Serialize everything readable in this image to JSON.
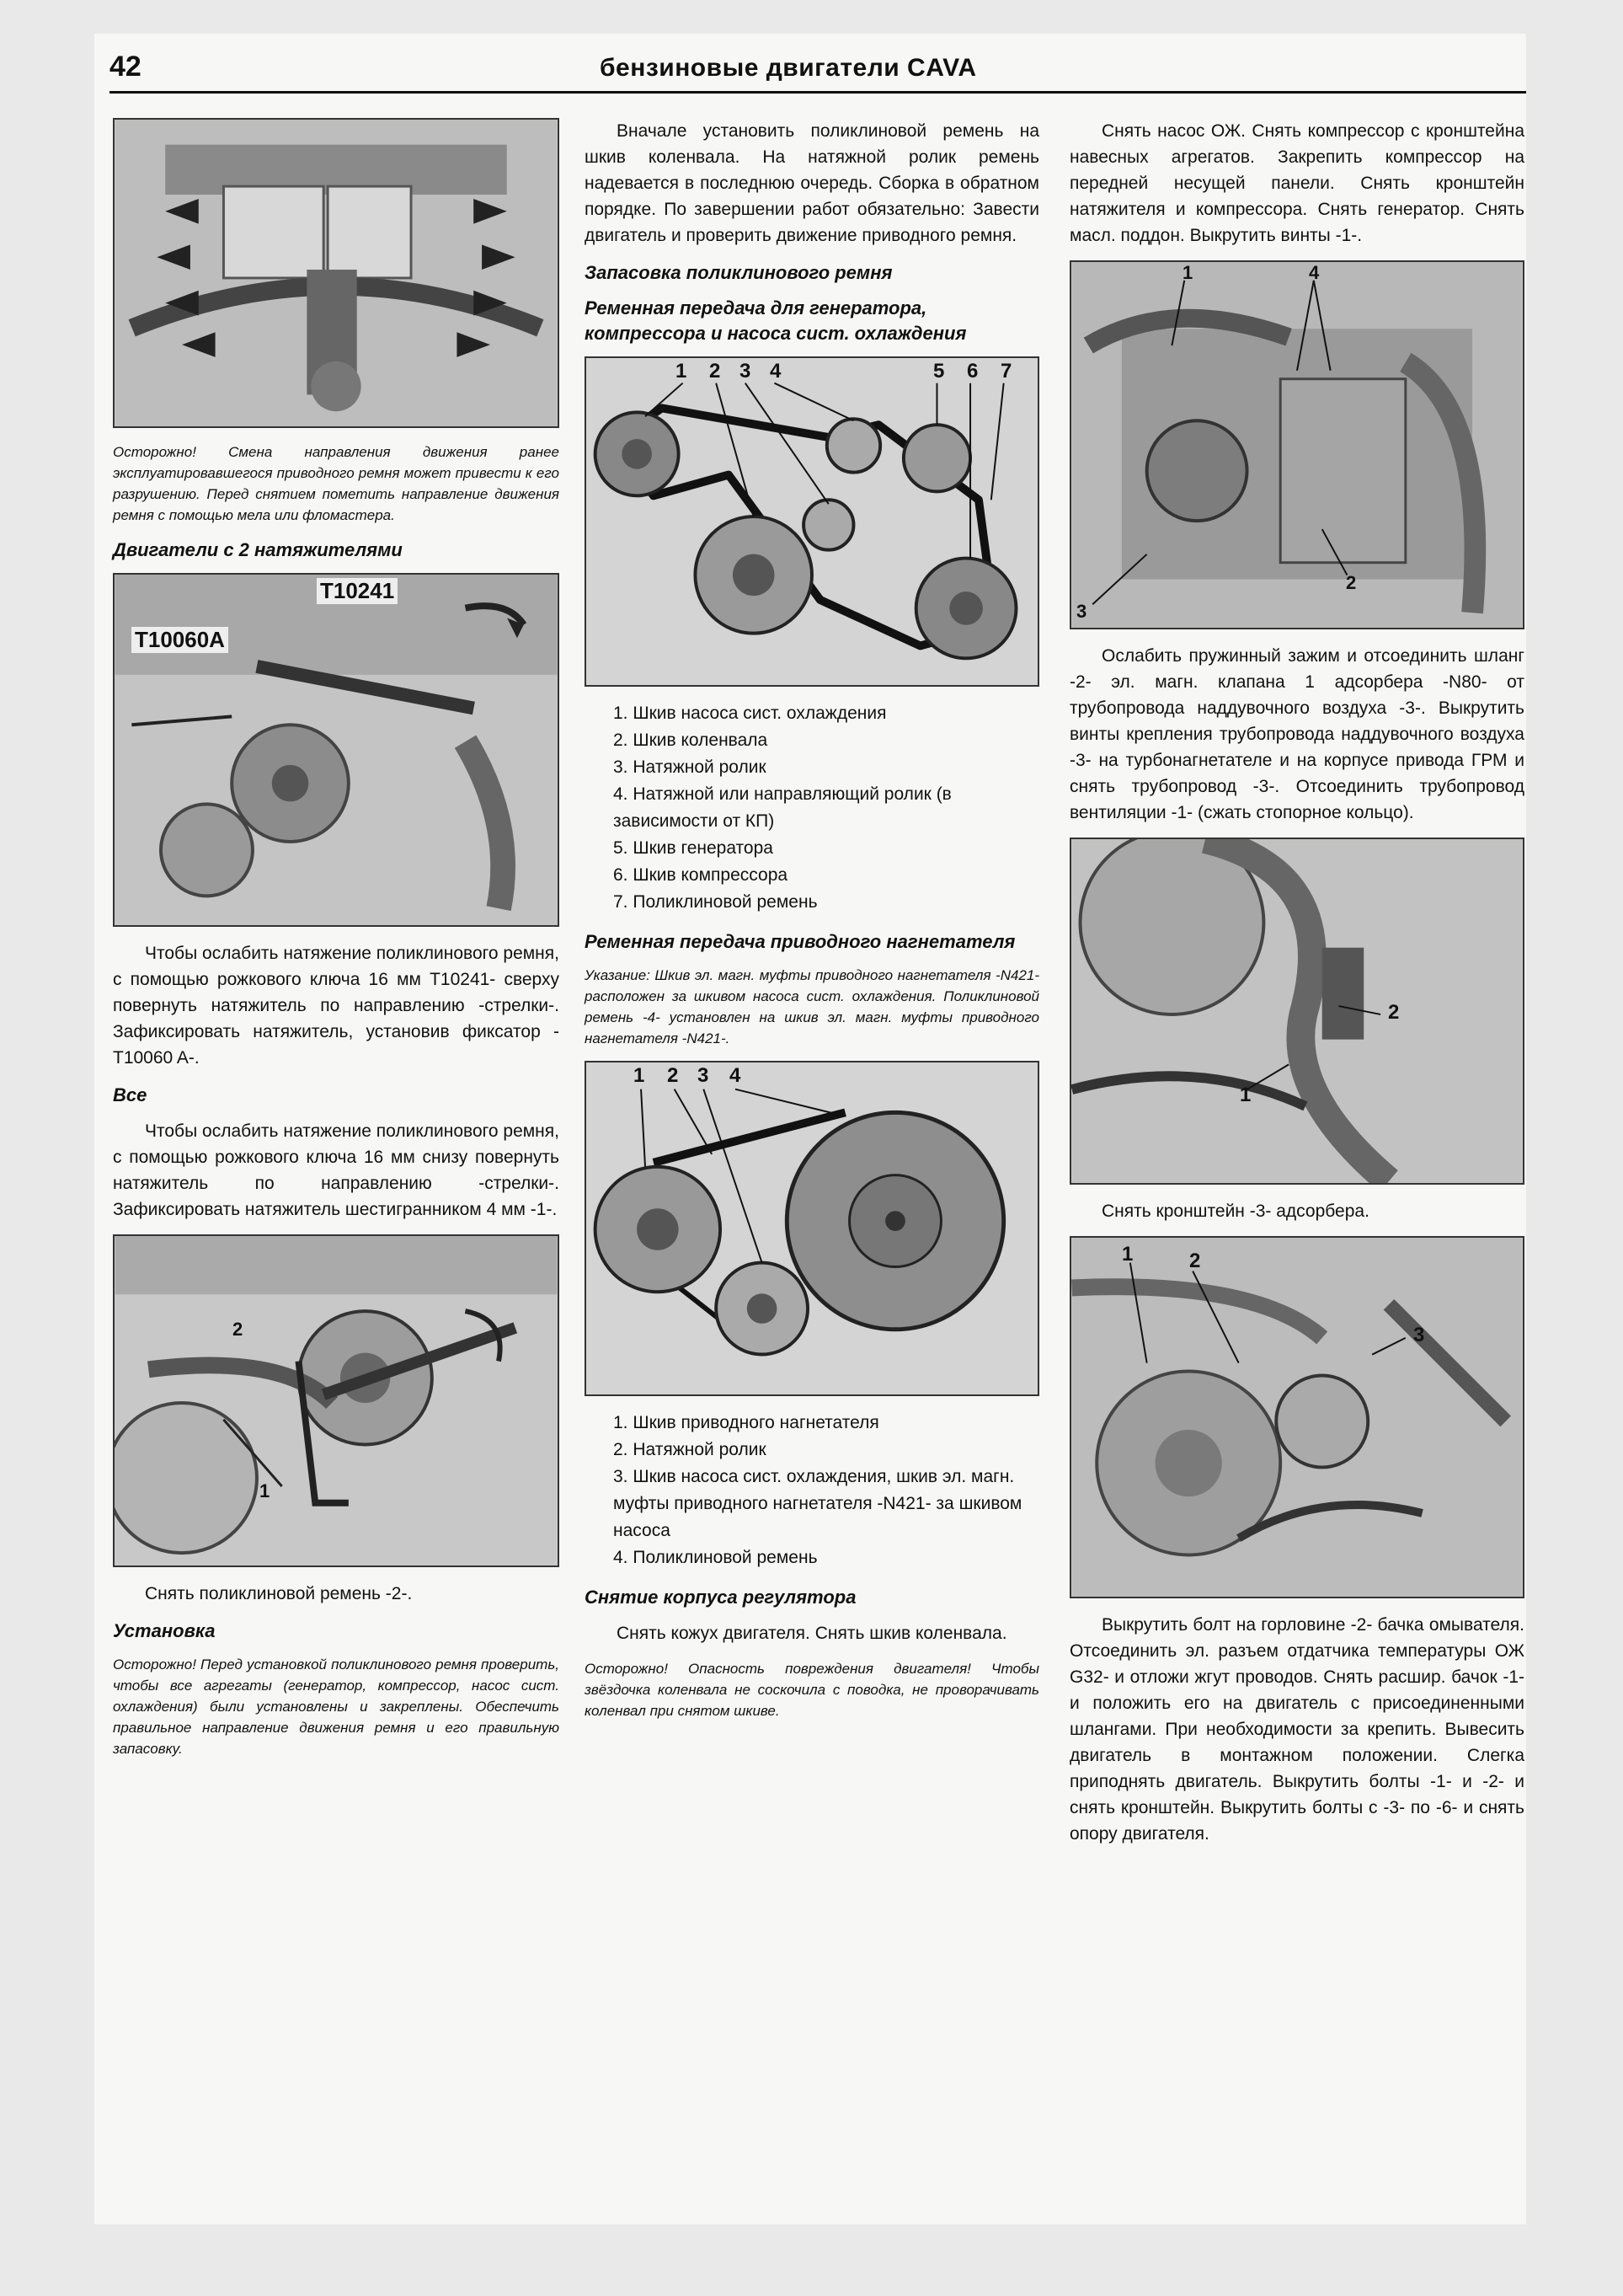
{
  "header": {
    "page_number": "42",
    "title": "бензиновые двигатели CAVA"
  },
  "col1": {
    "fig1_caption": "Осторожно! Смена направления движения ранее эксплуатировавшегося приводного ремня может привести к его разрушению. Перед снятием пометить направление движения ремня с помощью мела или фломастера.",
    "head_2tens": "Двигатели с 2 натяжителями",
    "fig2_labels": [
      "T10241",
      "T10060A"
    ],
    "para_2tens": "Чтобы ослабить натяжение поликлинового ремня, с помощью рожкового ключа 16 мм T10241- сверху повернуть натяжитель по направлению -стрелки-. Зафиксировать натяжитель, установив фиксатор -T10060 A-.",
    "head_all": "Все",
    "para_all": "Чтобы ослабить натяжение поликлинового ремня, с помощью рожкового ключа 16 мм снизу повернуть натяжитель по направлению -стрелки-. Зафиксировать натяжитель шестигранником 4 мм -1-.",
    "fig3_labels": [
      "2",
      "1"
    ],
    "para_remove": "Снять поликлиновой ремень -2-.",
    "head_install": "Установка",
    "install_caption": "Осторожно! Перед установкой поликлинового ремня проверить, чтобы все агрегаты (генератор, компрессор, насос сист. охлаждения) были установлены и закреплены. Обеспечить правильное направление движения ремня и его правильную запасовку."
  },
  "col2": {
    "para_intro": "Вначале установить поликлиновой ремень на шкив коленвала. На натяжной ролик ремень надевается в последнюю очередь. Сборка в обратном порядке. По завершении работ обязательно: Завести двигатель и проверить движение приводного ремня.",
    "head_routing": "Запасовка поликлинового ремня",
    "head_drive1": "Ременная передача для генератора, компрессора и насоса сист. охлаждения",
    "diag1_labels": [
      "1",
      "2",
      "3",
      "4",
      "5",
      "6",
      "7"
    ],
    "list1": [
      "1. Шкив насоса сист. охлаждения",
      "2. Шкив коленвала",
      "3. Натяжной ролик",
      "4. Натяжной или направляющий ролик (в зависимости от КП)",
      "5. Шкив генератора",
      "6. Шкив компрессора",
      "7. Поликлиновой ремень"
    ],
    "head_drive2": "Ременная передача приводного нагнетателя",
    "note_drive2": "Указание: Шкив эл. магн. муфты приводного нагнетателя -N421- расположен за шкивом насоса сист. охлаждения. Поликлиновой ремень -4- установлен на шкив эл. магн. муфты приводного нагнетателя -N421-.",
    "diag2_labels": [
      "1",
      "2",
      "3",
      "4"
    ],
    "list2": [
      "1. Шкив приводного нагнетателя",
      "2. Натяжной ролик",
      "3. Шкив насоса сист. охлаждения, шкив эл. магн. муфты приводного нагнетателя -N421- за шкивом насоса",
      "4. Поликлиновой ремень"
    ],
    "head_regulator": "Снятие корпуса регулятора",
    "para_regulator": "Снять кожух двигателя. Снять шкив коленвала.",
    "caution_regulator": "Осторожно! Опасность повреждения двигателя! Чтобы звёздочка коленвала не соскочила с поводка, не проворачивать коленвал при снятом шкиве."
  },
  "col3": {
    "para_top": "Снять насос ОЖ. Снять компрессор с кронштейна навесных агрегатов. Закрепить компрессор на передней несущей панели. Снять кронштейн натяжителя и компрессора. Снять генератор. Снять масл. поддон. Выкрутить винты -1-.",
    "fig4_labels": [
      "1",
      "4",
      "3",
      "2"
    ],
    "para_fig4": "Ослабить пружинный зажим и отсоединить шланг -2- эл. магн. клапана 1 адсорбера -N80- от трубопровода наддувочного воздуха -3-. Выкрутить винты крепления трубопровода наддувочного воздуха -3- на турбонагнетателе и на корпусе привода ГРМ и снять трубопровод -3-. Отсоединить трубопровод вентиляции -1- (сжать стопорное кольцо).",
    "fig5_labels": [
      "2",
      "1"
    ],
    "para_fig5": "Снять кронштейн -3- адсорбера.",
    "fig6_labels": [
      "1",
      "2",
      "3"
    ],
    "para_fig6": "Выкрутить болт на горловине -2- бачка омывателя. Отсоединить эл. разъем отдатчика температуры ОЖ G32- и отложи жгут проводов. Снять расшир. бачок -1- и положить его на двигатель с присоединенными шлангами. При необходимости за крепить. Вывесить двигатель в монтажном положении. Слегка приподнять двигатель. Выкрутить болты -1- и -2- и снять кронштейн. Выкрутить болты с -3- по -6- и снять опору двигателя."
  }
}
